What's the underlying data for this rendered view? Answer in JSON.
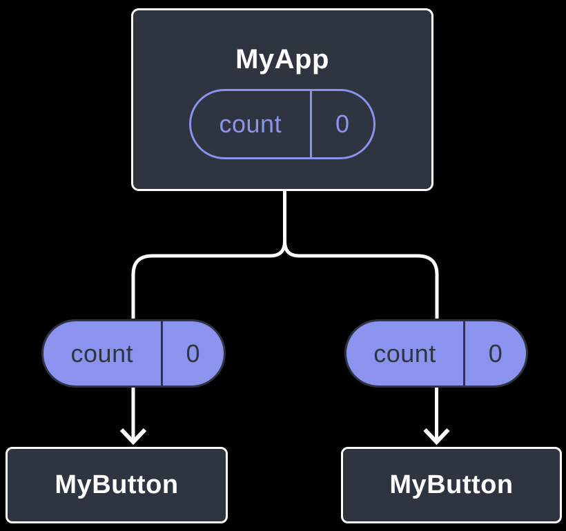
{
  "diagram": {
    "type": "component-tree",
    "colors": {
      "background": "#000000",
      "panel": "#2F3540",
      "panel_border": "#FFFFFF",
      "accent_purple": "#8B93EE",
      "connector_line": "#FFFFFF",
      "panel_text": "#FFFFFF",
      "solid_pill_text": "#2F3540"
    },
    "root": {
      "title": "MyApp",
      "state_pill": {
        "name": "count",
        "value": "0"
      }
    },
    "branches": {
      "left": {
        "prop_pill": {
          "name": "count",
          "value": "0"
        },
        "child": {
          "title": "MyButton"
        }
      },
      "right": {
        "prop_pill": {
          "name": "count",
          "value": "0"
        },
        "child": {
          "title": "MyButton"
        }
      }
    }
  }
}
